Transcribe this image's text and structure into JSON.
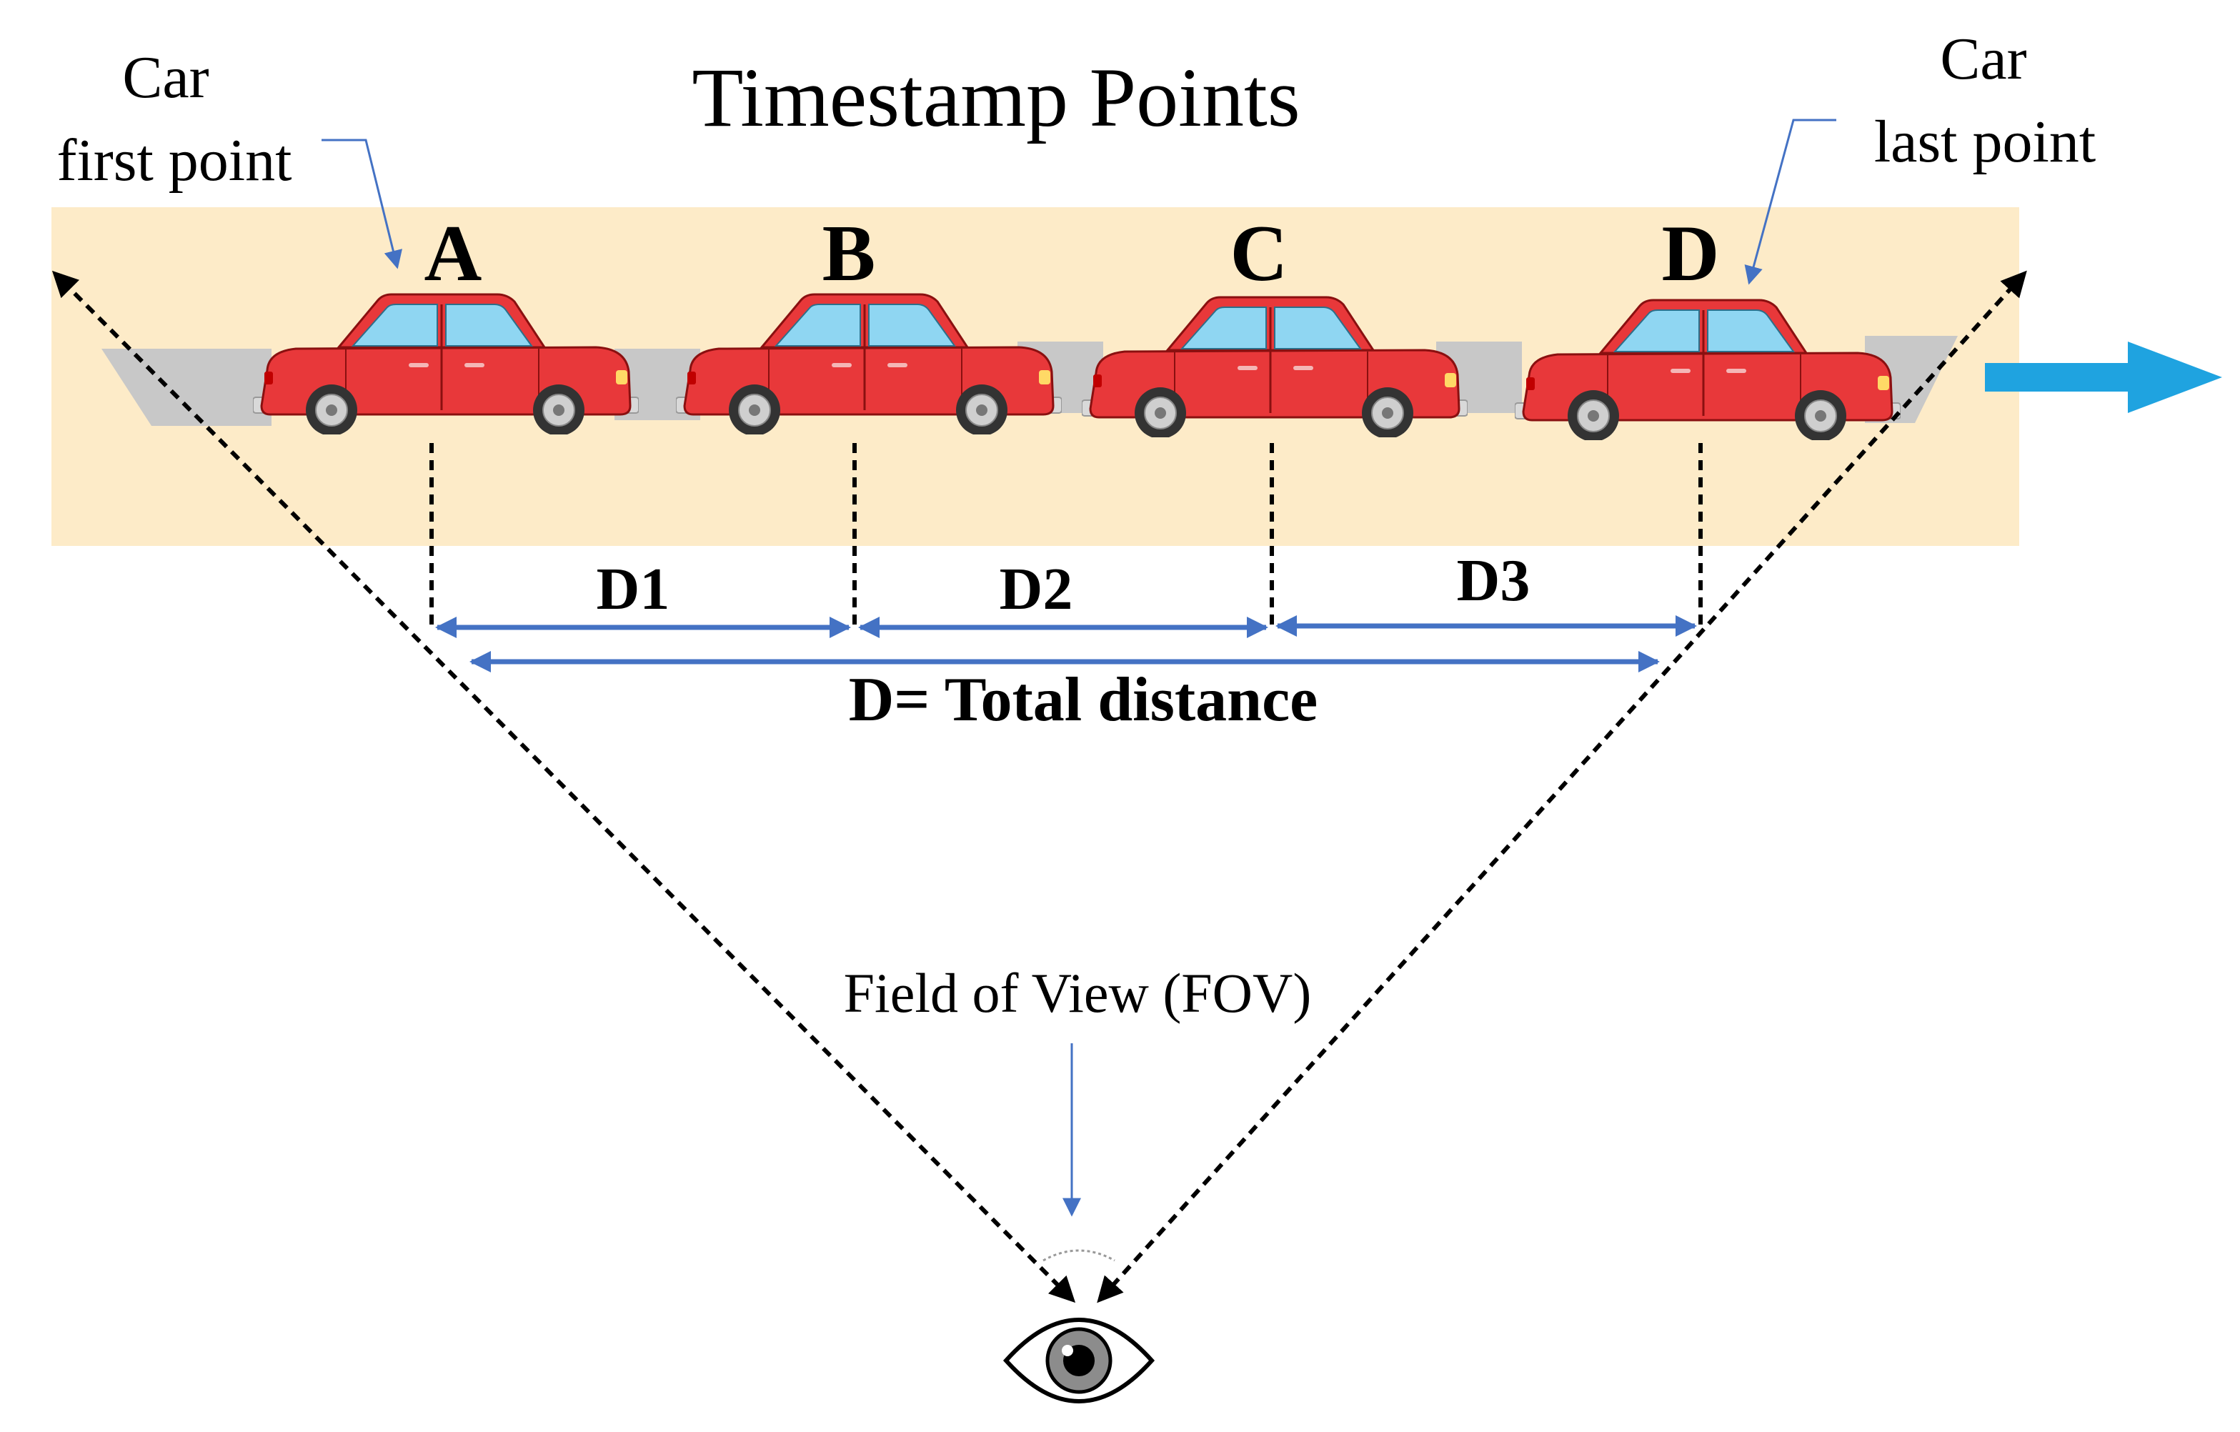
{
  "title": "Timestamp Points",
  "callout_first": {
    "line1": "Car",
    "line2": "first point"
  },
  "callout_last": {
    "line1": "Car",
    "line2": "last point"
  },
  "points": [
    "A",
    "B",
    "C",
    "D"
  ],
  "segments": [
    "D1",
    "D2",
    "D3"
  ],
  "total_label": "D= Total distance",
  "fov_label": "Field of View (FOV)",
  "colors": {
    "road_band": "#fdebc8",
    "road": "#c8c8c8",
    "car_body": "#e8383a",
    "car_window": "#8fd6f2",
    "arrow_blue": "#4472c4",
    "direction_arrow": "#1fa3e0"
  },
  "icons": {
    "direction": "right-arrow-icon",
    "observer": "eye-icon",
    "vehicle": "car-icon"
  }
}
